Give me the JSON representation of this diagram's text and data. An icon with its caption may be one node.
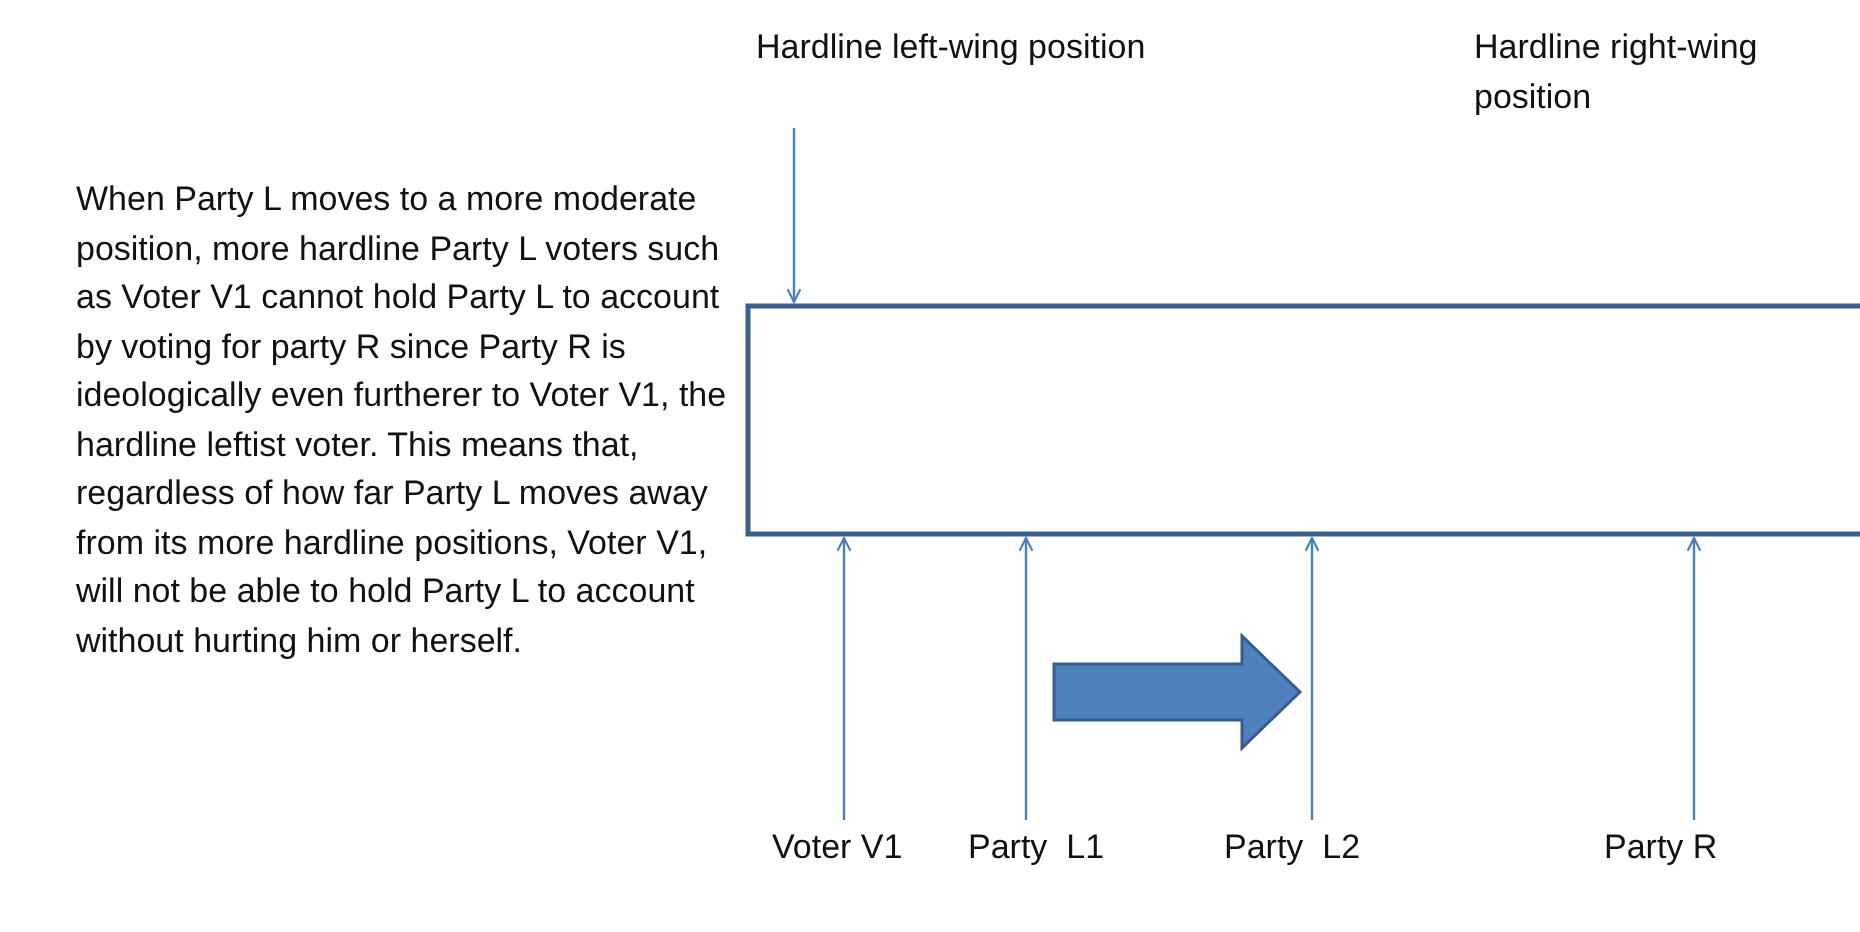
{
  "diagram": {
    "nodes": [
      {
        "text": [],
        "shape": "box"
      },
      {
        "text": [
          "Hardline left-wing position"
        ]
      },
      {
        "text": [
          "Voter V1"
        ]
      },
      {
        "text": [
          "Party  L1"
        ]
      },
      {
        "text": [
          "Party  L2"
        ]
      },
      {
        "text": [
          "Party R"
        ]
      }
    ],
    "edges": [
      {
        "from": 1,
        "to": 0,
        "arrow": "to"
      },
      {
        "from": 2,
        "to": 0,
        "arrow": "to"
      },
      {
        "from": 3,
        "to": 0,
        "arrow": "to"
      },
      {
        "from": 4,
        "to": 0,
        "arrow": "to"
      },
      {
        "from": 5,
        "to": 0,
        "arrow": "to"
      }
    ],
    "labels": [
      "When Party L moves to a more moderate position, more hardline Party L voters such as Voter V1 cannot hold Party L to account by voting for party R since Party R is ideologically even furtherer to Voter V1, the hardline leftist voter. This means that,  regardless of how far Party L moves away from its more hardline positions, Voter V1, will not be able to hold Party L to account without hurting him or herself.",
      "Hardline right-wing position"
    ]
  }
}
